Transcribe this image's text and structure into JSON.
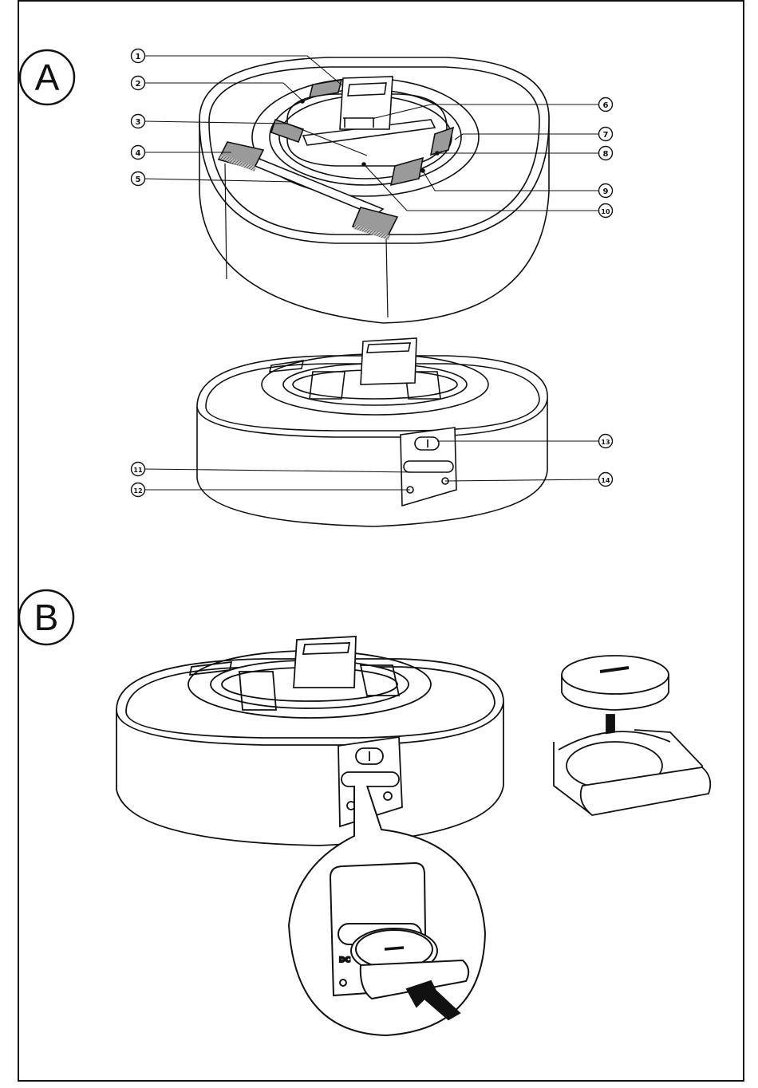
{
  "sections": [
    {
      "id": "A",
      "label": "A"
    },
    {
      "id": "B",
      "label": "B"
    }
  ],
  "callouts": [
    "1",
    "2",
    "3",
    "4",
    "5",
    "6",
    "7",
    "8",
    "9",
    "10",
    "11",
    "12",
    "13",
    "14"
  ],
  "inset_text": "DC",
  "colors": {
    "line": "#111111",
    "fill": "#ffffff",
    "shade": "#8a8a8a"
  }
}
